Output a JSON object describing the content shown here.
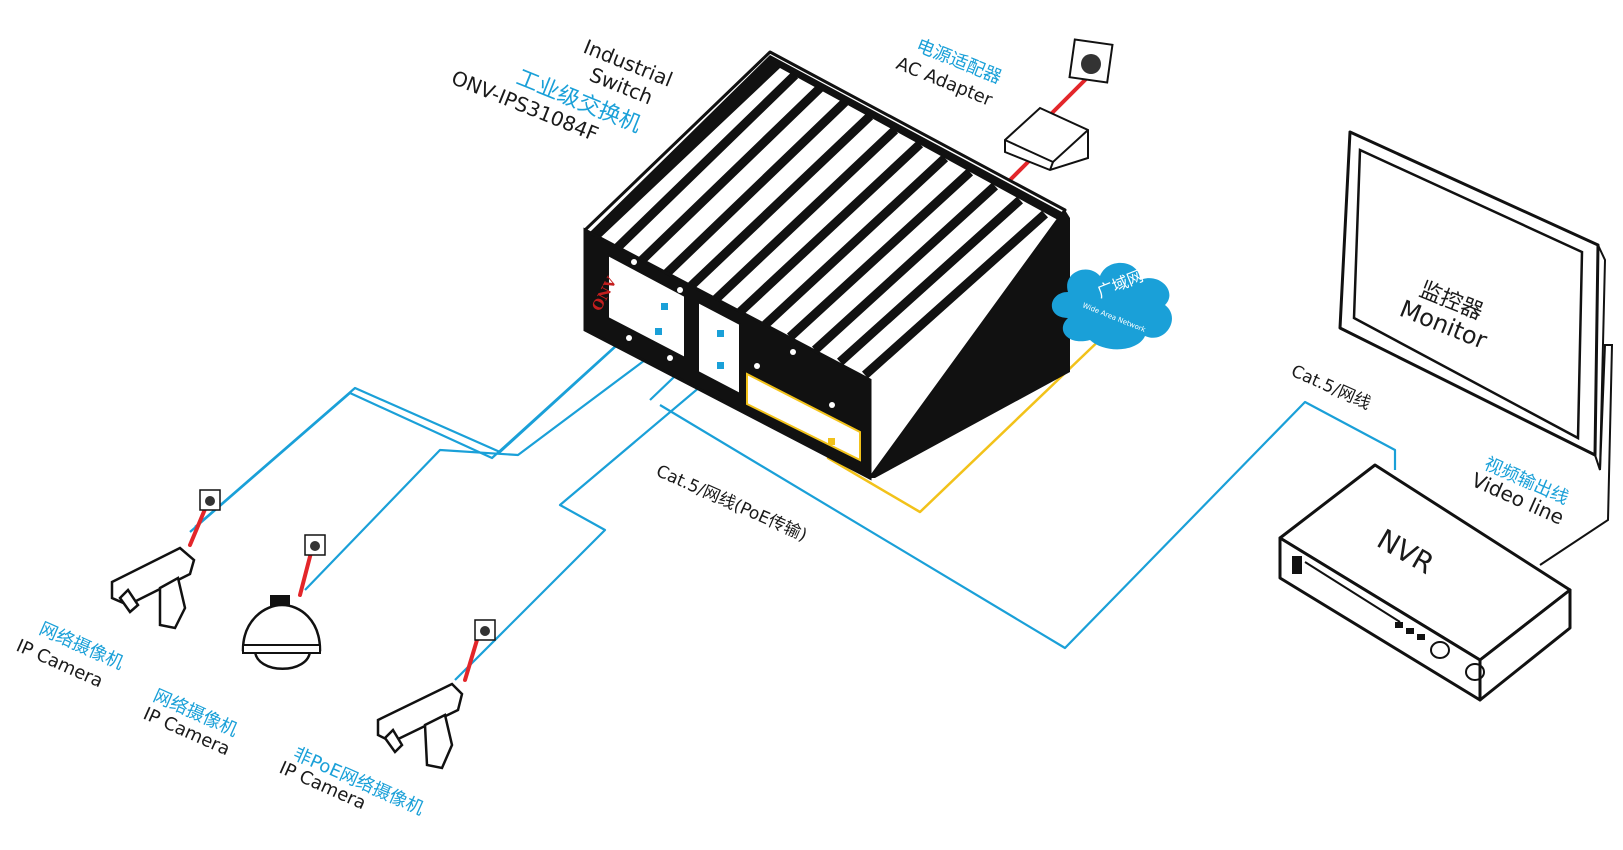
{
  "switch": {
    "label_en_1": "Industrial",
    "label_en_2": "Switch",
    "label_cn": "工业级交换机",
    "model": "ONV-IPS31084F",
    "brand": "ONV"
  },
  "adapter": {
    "label_cn": "电源适配器",
    "label_en": "AC Adapter"
  },
  "wan": {
    "label_cn": "广域网",
    "label_en": "Wide Area Network"
  },
  "monitor": {
    "label_cn": "监控器",
    "label_en": "Monitor"
  },
  "nvr": {
    "label": "NVR"
  },
  "video_line": {
    "label_cn": "视频输出线",
    "label_en": "Video line"
  },
  "cable_poe": {
    "label": "Cat.5/网线(PoE传输)"
  },
  "cable_nvr": {
    "label": "Cat.5/网线"
  },
  "cameras": [
    {
      "label_cn": "网络摄像机",
      "label_en": "IP Camera"
    },
    {
      "label_cn": "网络摄像机",
      "label_en": "IP Camera"
    },
    {
      "label_cn": "非PoE网络摄像机",
      "label_en": "IP Camera"
    }
  ],
  "colors": {
    "ethernet": "#1aa0d8",
    "wan_cable": "#f2c21a",
    "power_cable": "#e3262a",
    "outline": "#111111"
  }
}
